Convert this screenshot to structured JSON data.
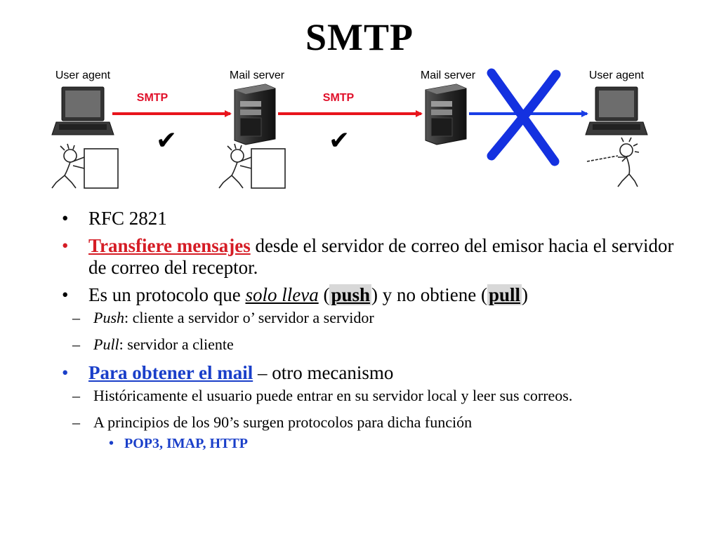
{
  "title": "SMTP",
  "diagram": {
    "labels": {
      "ua_left": "User agent",
      "server1": "Mail server",
      "server2": "Mail server",
      "ua_right": "User agent"
    },
    "protocols": {
      "hop1": "SMTP",
      "hop2": "SMTP"
    },
    "checks": {
      "hop1": "✔",
      "hop2": "✔"
    },
    "colors": {
      "red_arrow": "#e8141c",
      "blue_arrow": "#1a3ee6",
      "cross": "#1431e0"
    }
  },
  "bullets": {
    "b1": "RFC 2821",
    "b2": {
      "highlight": "Transfiere mensajes",
      "rest": " desde el servidor de correo del emisor hacia el servidor de correo del receptor."
    },
    "b3": {
      "t1": "Es un protocolo que ",
      "t2": "solo lleva",
      "t3": " (",
      "push": "push",
      "t4": ") y no obtiene (",
      "pull": "pull",
      "t5": ")"
    },
    "b3_subs": {
      "s1_term": "Push",
      "s1_rest": ": cliente a servidor o’ servidor a servidor",
      "s2_term": "Pull",
      "s2_rest": ": servidor a cliente"
    },
    "b4": {
      "highlight": "Para obtener el mail",
      "rest": " – otro mecanismo"
    },
    "b4_subs": {
      "s1": "Históricamente el usuario puede entrar en su servidor local y leer sus correos.",
      "s2": "A principios de los 90’s surgen protocolos para dicha función",
      "s2_item": "POP3, IMAP, HTTP"
    }
  }
}
